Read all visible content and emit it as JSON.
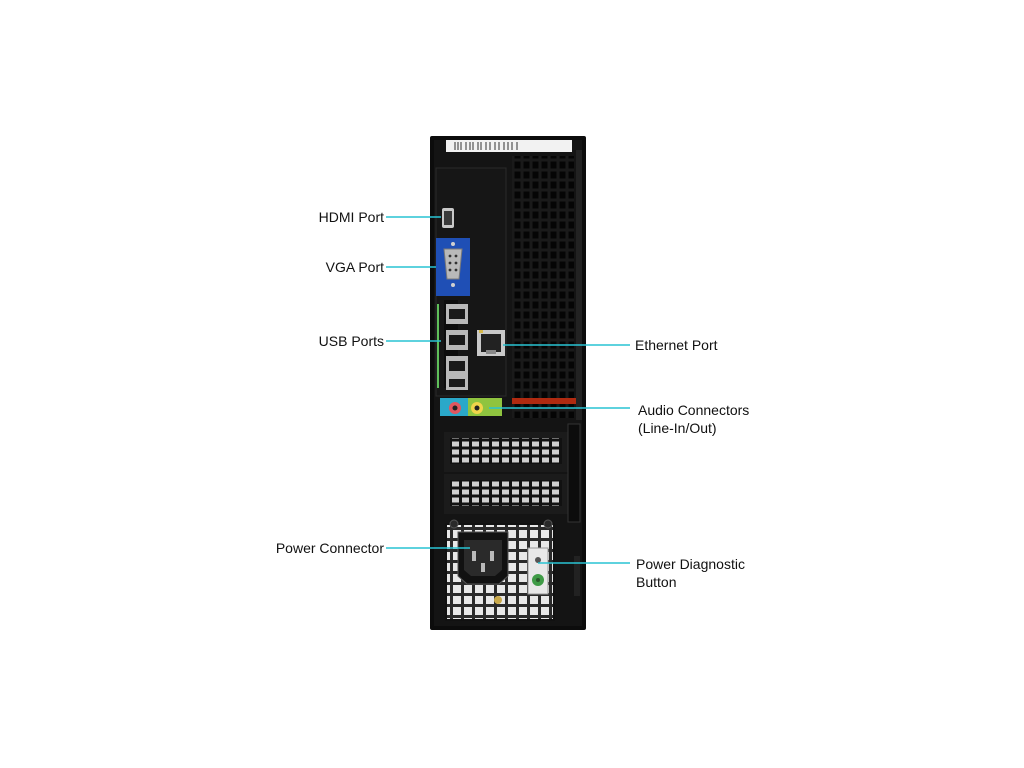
{
  "colors": {
    "leader_line": "#29c4d3",
    "case_black": "#0c0c0c",
    "vga_blue": "#1f4fb5",
    "audio_pink": "#e0565f",
    "audio_green": "#8fc43f",
    "audio_teal": "#2aa8c9",
    "port_steel": "#b9b9b9",
    "label_text": "#111111",
    "warning_red": "#b02a10"
  },
  "callouts": {
    "hdmi": {
      "text": "HDMI Port"
    },
    "vga": {
      "text": "VGA Port"
    },
    "usb": {
      "text": "USB Ports"
    },
    "power_connector": {
      "text": "Power Connector"
    },
    "ethernet": {
      "text": "Ethernet Port"
    },
    "audio": {
      "line1": "Audio Connectors",
      "line2": "(Line-In/Out)"
    },
    "power_diag": {
      "line1": "Power Diagnostic",
      "line2": "Button"
    }
  },
  "icons": {
    "hdmi_port": "hdmi-port-icon",
    "vga_port": "vga-port-icon",
    "usb_ports": "usb-port-icon",
    "ethernet_port": "ethernet-port-icon",
    "audio_jacks": "audio-jack-icon",
    "power_socket": "power-socket-icon",
    "diagnostic_button": "diagnostic-button-icon"
  }
}
